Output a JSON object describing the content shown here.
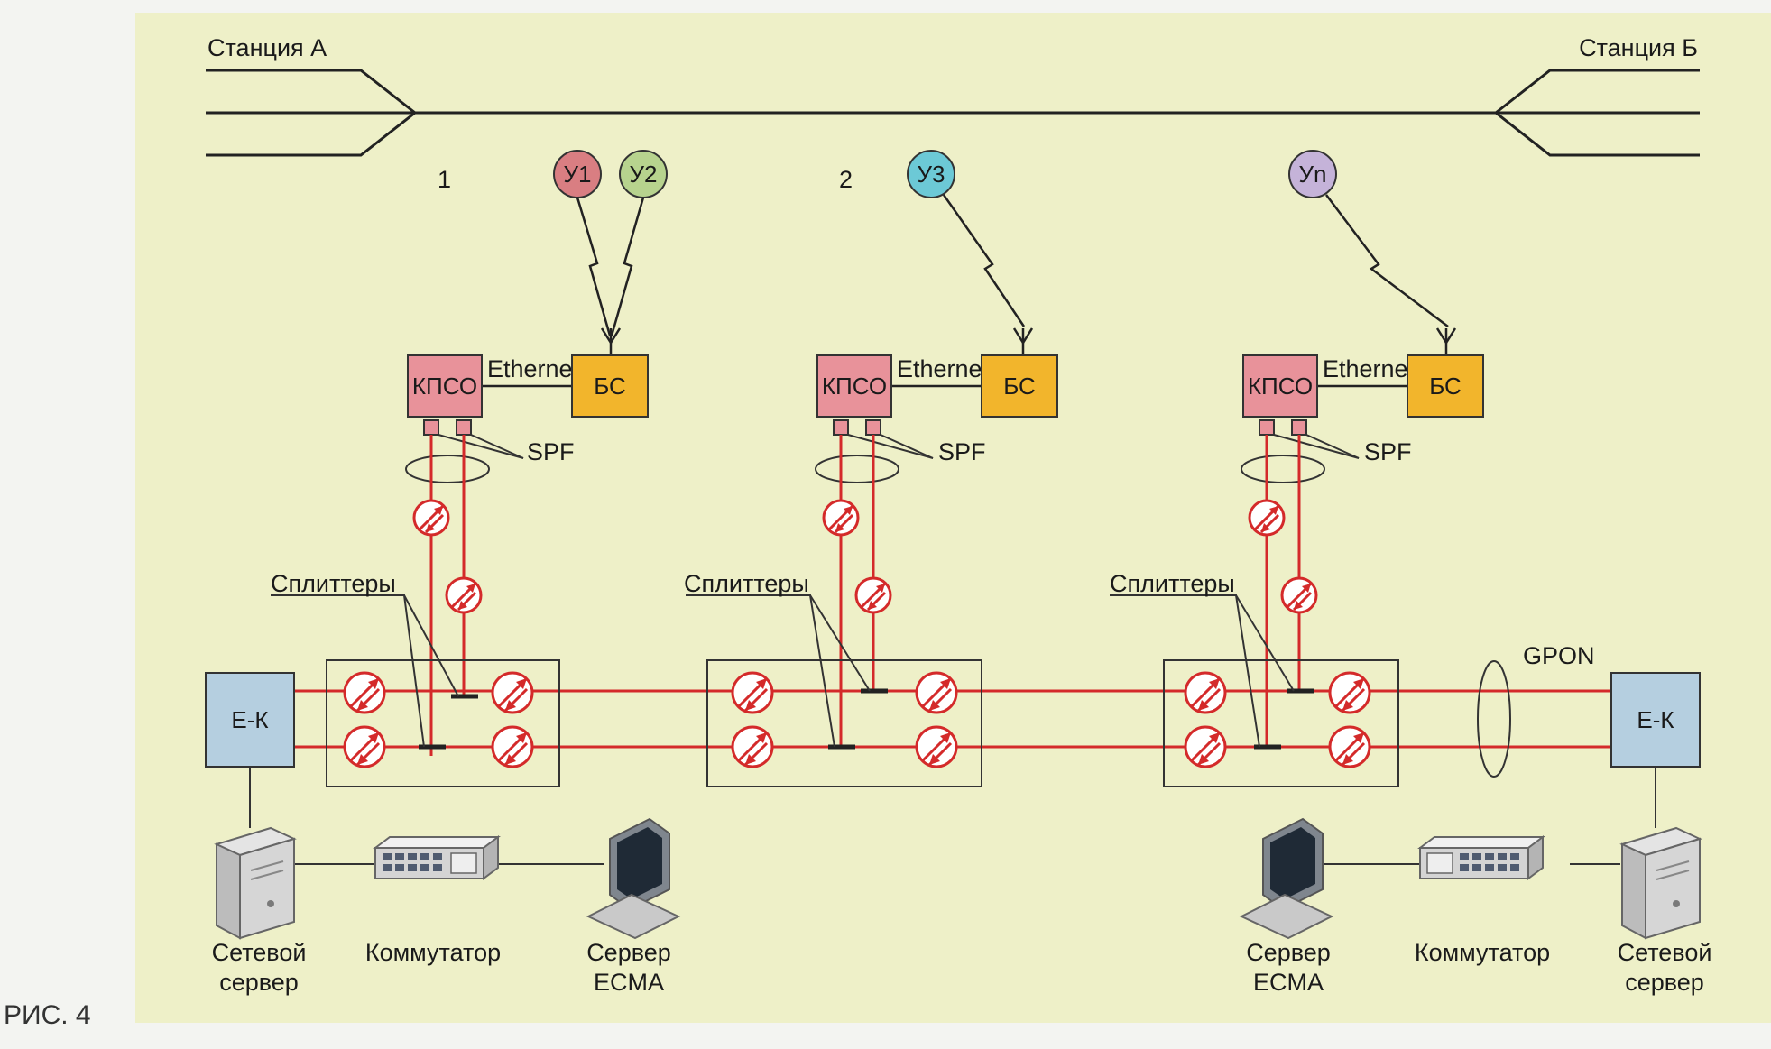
{
  "figure_label": "РИС. 4",
  "stations": {
    "left": "Станция А",
    "right": "Станция Б"
  },
  "sections": [
    {
      "number": "1",
      "users": [
        "У1",
        "У2"
      ],
      "kpso": "КПСО",
      "link": "Ethernet",
      "bs": "БС",
      "spf": "SPF",
      "splitters": "Сплиттеры"
    },
    {
      "number": "2",
      "users": [
        "У3"
      ],
      "kpso": "КПСО",
      "link": "Ethernet",
      "bs": "БС",
      "spf": "SPF",
      "splitters": "Сплиттеры"
    },
    {
      "number": "",
      "users": [
        "Уn"
      ],
      "kpso": "КПСО",
      "link": "Ethernet",
      "bs": "БС",
      "spf": "SPF",
      "splitters": "Сплиттеры"
    }
  ],
  "gpon": "GPON",
  "ek": {
    "left": "Е-К",
    "right": "Е-К"
  },
  "equipment_left": {
    "server": [
      "Сетевой",
      "сервер"
    ],
    "switch": "Коммутатор",
    "ecma": [
      "Сервер",
      "ECMA"
    ]
  },
  "equipment_right": {
    "ecma": [
      "Сервер",
      "ECMA"
    ],
    "switch": "Коммутатор",
    "server": [
      "Сетевой",
      "сервер"
    ]
  },
  "colors": {
    "panel": "#eef0c8",
    "fiber": "#d42a2a",
    "kpso": "#e8929a",
    "bs": "#f2b52c",
    "ek": "#b5cfe0",
    "user1": "#d97e82",
    "user2": "#b7d38e",
    "user3": "#6cc9d6",
    "usern": "#c5b3d9"
  }
}
